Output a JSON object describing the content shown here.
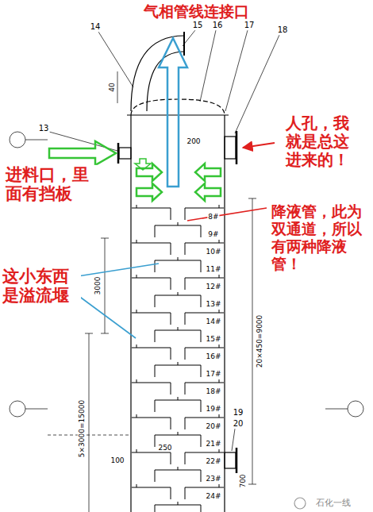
{
  "diagram": {
    "labels": [
      "气相管线连接口",
      "人孔，我就是总这进来的！",
      "进料口，里面有挡板",
      "降液管，此为双通道，所以有两种降液管！",
      "这小东西是溢流堰",
      "14",
      "15",
      "16",
      "17",
      "18",
      "13",
      "19",
      "20",
      "200",
      "40",
      "3000",
      "5×3000=15000",
      "20×450=9000",
      "250",
      "100",
      "700",
      "8#",
      "9#",
      "10#",
      "11#",
      "12#",
      "13#",
      "14#",
      "15#",
      "16#",
      "17#",
      "18#",
      "19#",
      "20#",
      "21#",
      "22#",
      "23#",
      "24#",
      "石化一线"
    ]
  }
}
